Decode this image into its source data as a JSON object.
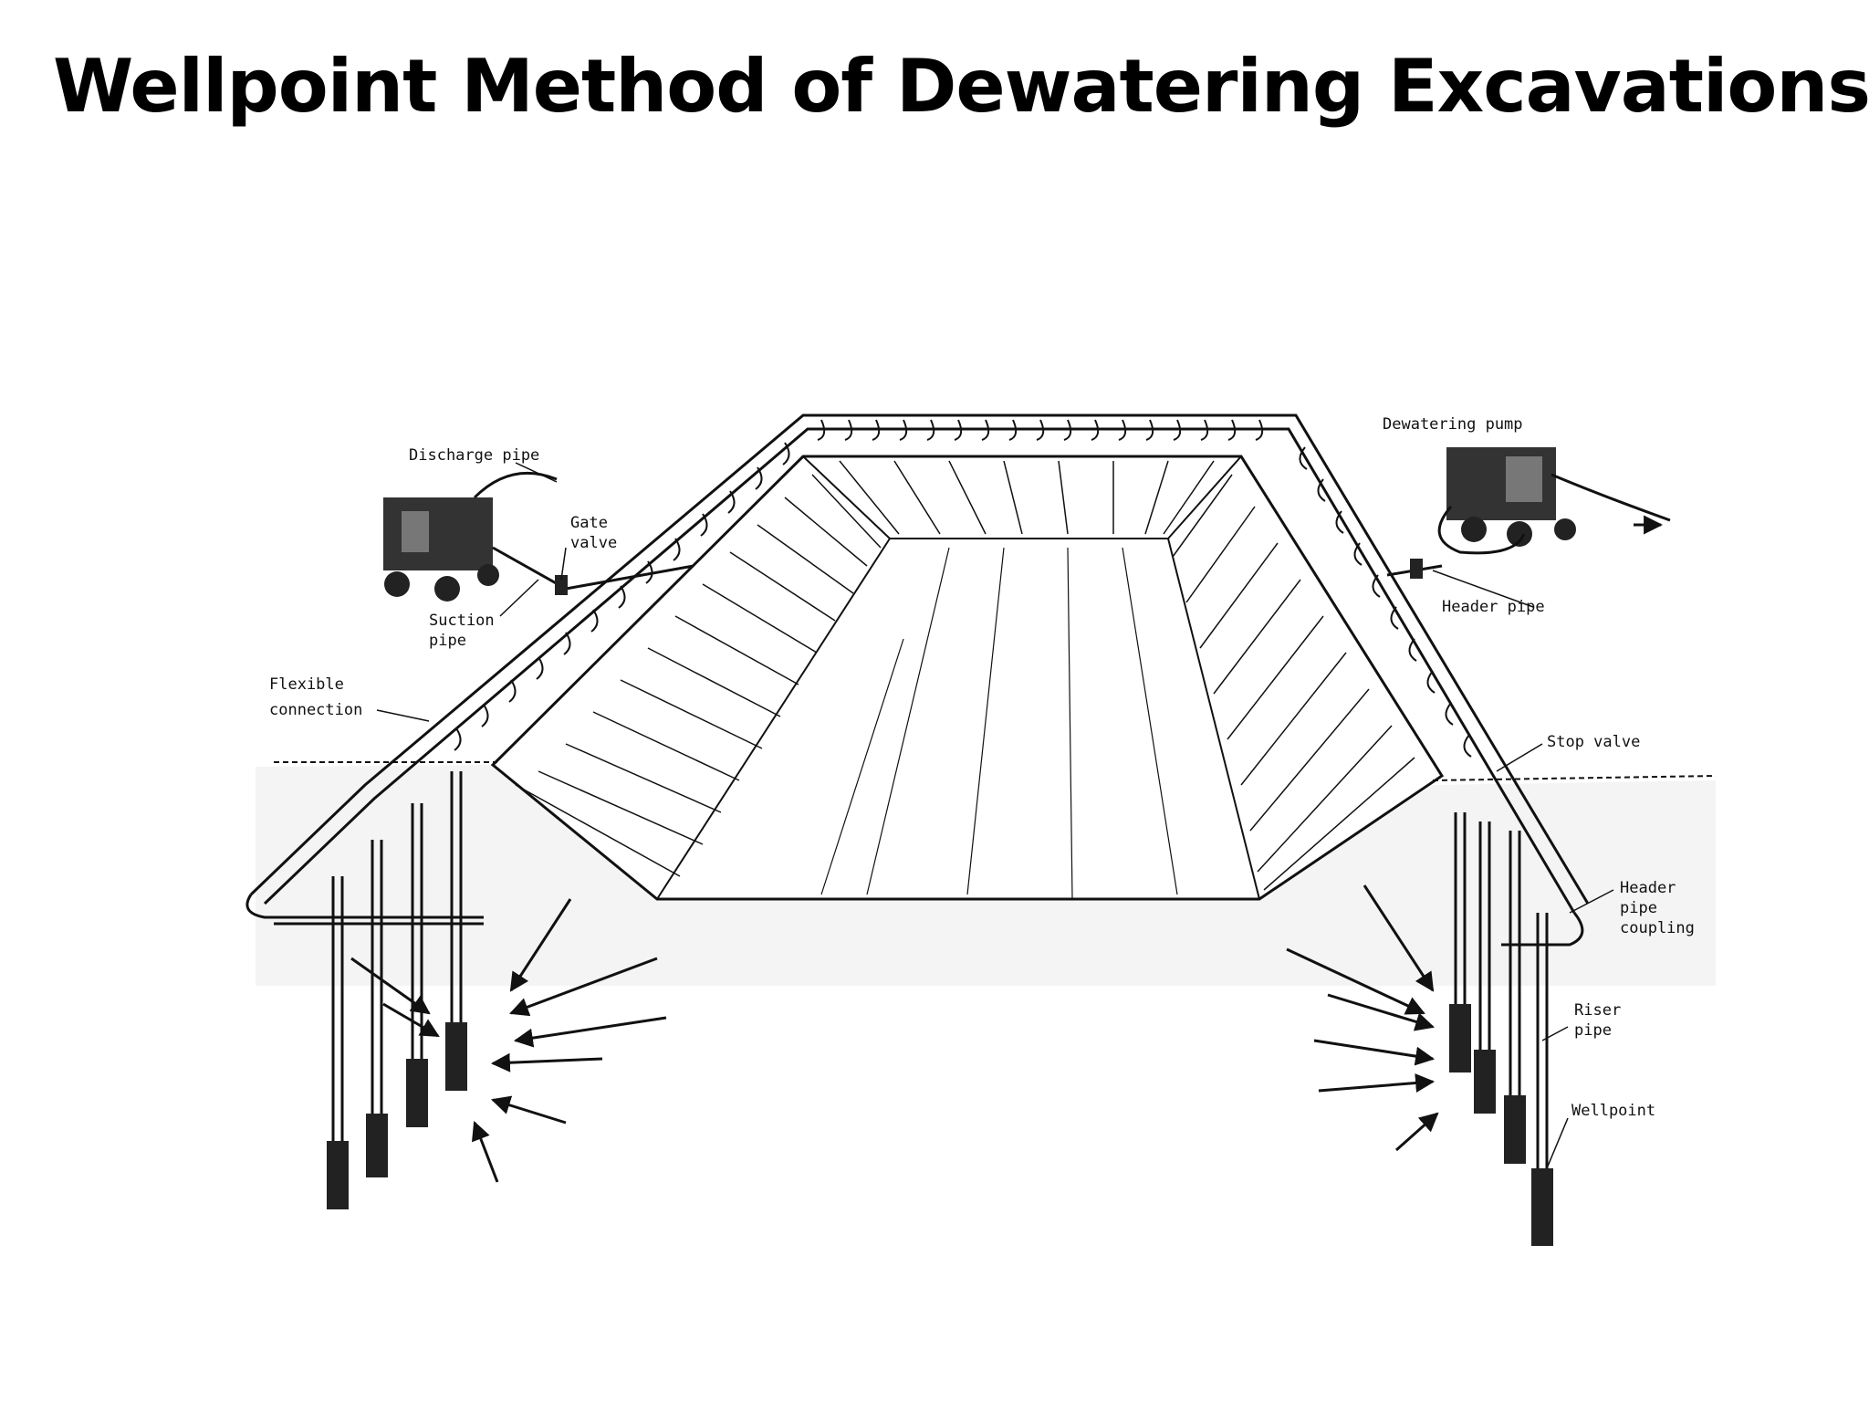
{
  "slide": {
    "title": "Wellpoint Method of Dewatering Excavations"
  },
  "diagram": {
    "labels": {
      "discharge_pipe": "Discharge pipe",
      "gate_valve_1": "Gate",
      "gate_valve_2": "valve",
      "suction_pipe_1": "Suction",
      "suction_pipe_2": "pipe",
      "flexible_connection_1": "Flexible",
      "flexible_connection_2": "connection",
      "dewatering_pump": "Dewatering pump",
      "header_pipe": "Header pipe",
      "stop_valve": "Stop valve",
      "header_pipe_coupling_1": "Header",
      "header_pipe_coupling_2": "pipe",
      "header_pipe_coupling_3": "coupling",
      "riser_pipe_1": "Riser",
      "riser_pipe_2": "pipe",
      "wellpoint": "Wellpoint"
    }
  }
}
